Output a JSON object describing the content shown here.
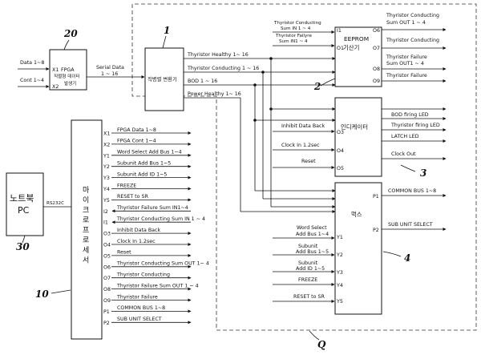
{
  "fpga": {
    "ref": "20",
    "title": "FPGA",
    "line2": "직렬형 데이터",
    "line3": "발생기",
    "port_x1": "X1",
    "port_x2": "X2",
    "in_data": "Data 1~8",
    "in_cont": "Cont 1~4",
    "out_label_1": "Serial Data",
    "out_label_2": "1 ~ 16"
  },
  "converter": {
    "ref": "1",
    "label": "직병렬 변환기",
    "out_healthy": "Thyristor Healthy 1~ 16",
    "out_conducting": "Thyristor Conducting 1 ~ 16",
    "out_bod": "BOD 1 ~ 16",
    "out_power": "Power Healthy 1~ 16"
  },
  "eeprom": {
    "ref": "2",
    "title": "EEPROM",
    "subtitle": "기산기",
    "in_sum1": "Thyristor Conducting",
    "in_sum2": "Sum IN 1 ~ 4",
    "in_fail1": "Thyristor Failyre",
    "in_fail2": "Sum IN1 ~ 4",
    "port_i1": "I1",
    "port_o1": "O1",
    "ports_right": [
      "O6",
      "O7",
      "O8",
      "O9"
    ],
    "outputs": [
      [
        "Thyristor Conducting",
        "Sum OUT 1 ~ 4"
      ],
      [
        "Thyristor Conducting",
        ""
      ],
      [
        "Thyristor Failure",
        "Sum OUT1 ~ 4"
      ],
      [
        "Thyristor Failure",
        ""
      ]
    ]
  },
  "indicator": {
    "ref": "3",
    "title": "인디케이터",
    "in_inhibit": "Inhibit Data Back",
    "in_clock": "Clock In 1.2sec",
    "in_reset": "Reset",
    "port_o3": "O3",
    "port_o4": "O4",
    "port_o5": "O5",
    "outputs": [
      "Thyristor firing LED",
      "BOD firing LED",
      "LATCH LED",
      "Clock Out"
    ]
  },
  "mux": {
    "ref": "4",
    "title": "먹스",
    "inputs": [
      [
        "Word Select",
        "Add Bus 1~4"
      ],
      [
        "Subunit",
        "Add Bus 1~5"
      ],
      [
        "Subunit",
        "Add ID 1~5"
      ],
      [
        "FREEZE",
        ""
      ],
      [
        "RESET to SR",
        ""
      ]
    ],
    "ports_left": [
      "Y1",
      "Y2",
      "Y3",
      "Y4",
      "Y5"
    ],
    "port_p1": "P1",
    "port_p2": "P2",
    "out_common": "COMMON BUS 1~8",
    "out_subunit": "SUB UNIT SELECT"
  },
  "micro": {
    "ref": "10",
    "title": "마이크로프로세서",
    "signals": [
      {
        "port": "X1",
        "label": "FPGA Data 1~8"
      },
      {
        "port": "X2",
        "label": "FPGA Cont 1~4"
      },
      {
        "port": "Y1",
        "label": "Word Select Add Bus 1~4"
      },
      {
        "port": "Y2",
        "label": "Subunit Add Bus 1~5"
      },
      {
        "port": "Y3",
        "label": "Subunit Add ID 1~5"
      },
      {
        "port": "Y4",
        "label": "FREEZE"
      },
      {
        "port": "Y5",
        "label": "RESET to SR"
      },
      {
        "port": "I2",
        "label": "Thyristor Failure Sum IN1~4"
      },
      {
        "port": "I1",
        "label": "Thyristor Conducting Sum IN 1 ~ 4"
      },
      {
        "port": "O3",
        "label": "Inhibit Data Back"
      },
      {
        "port": "O4",
        "label": "Clock In 1.2sec"
      },
      {
        "port": "O5",
        "label": "Reset"
      },
      {
        "port": "O6",
        "label": "Thyristor Conducting Sum OUT 1~ 4"
      },
      {
        "port": "O7",
        "label": "Thyristor Conducting"
      },
      {
        "port": "O8",
        "label": "Thyristor Failure Sum OUT 1 ~ 4"
      },
      {
        "port": "O9",
        "label": "Thyristor Failure"
      },
      {
        "port": "P1",
        "label": "COMMON BUS 1~8"
      },
      {
        "port": "P2",
        "label": "SUB UNIT SELECT"
      }
    ]
  },
  "notebook": {
    "ref": "30",
    "line1": "노트북",
    "line2": "PC",
    "link": "RS232C"
  },
  "region": {
    "ref": "Q"
  }
}
